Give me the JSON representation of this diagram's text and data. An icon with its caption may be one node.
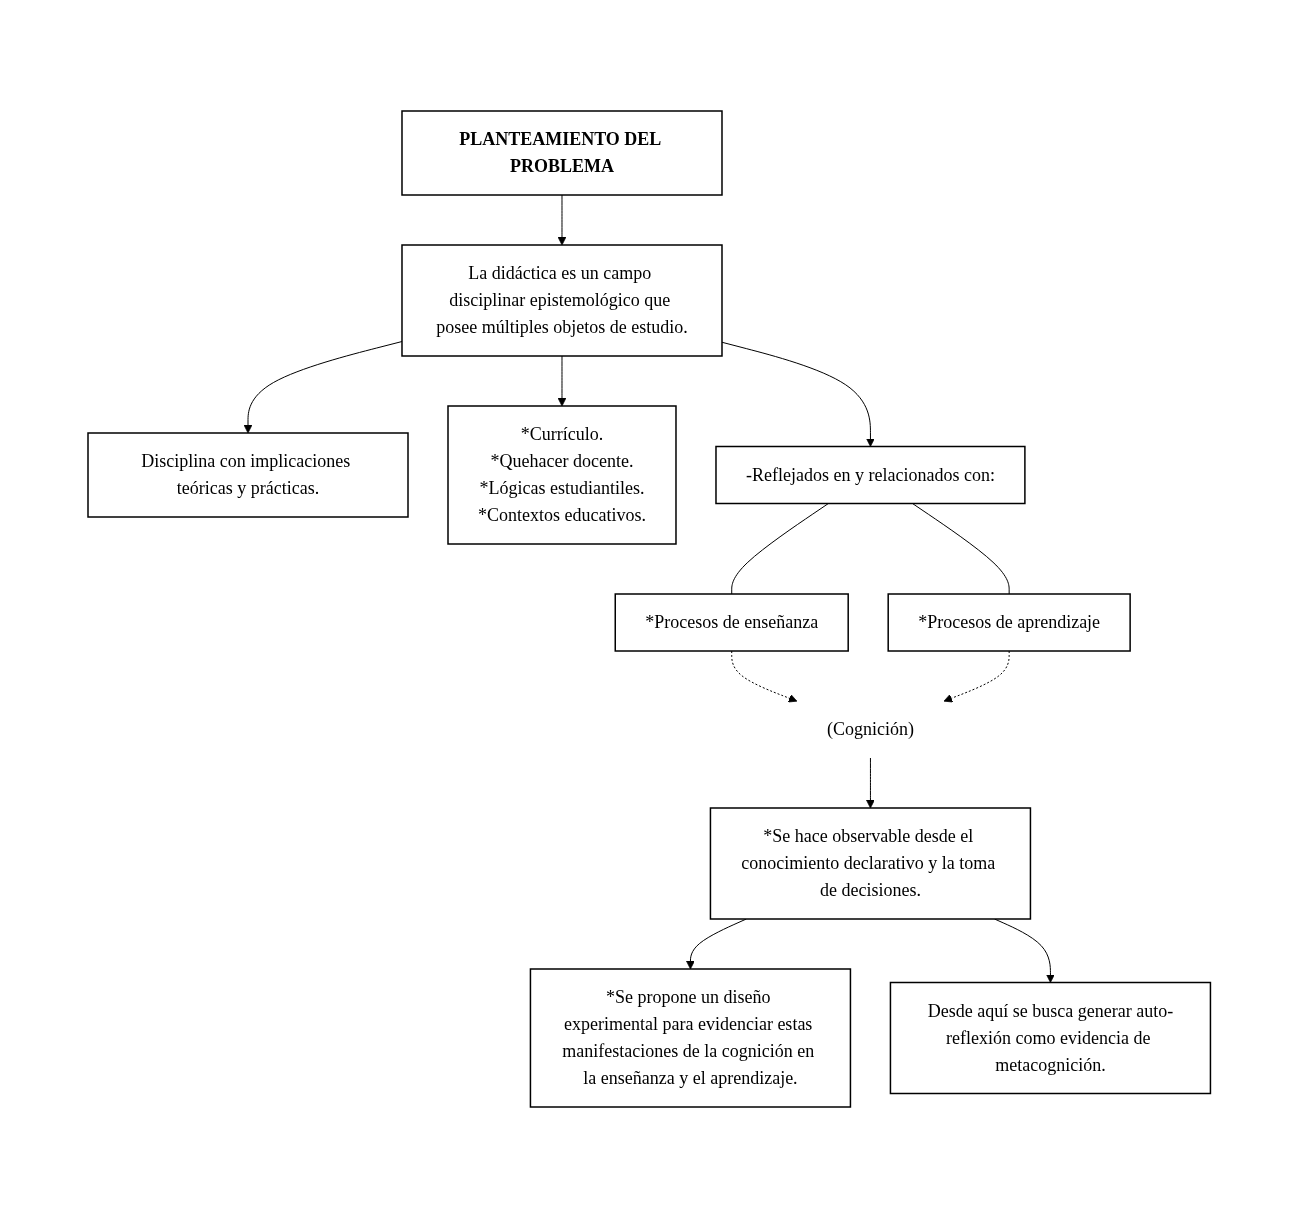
{
  "diagram": {
    "nodes": [
      {
        "text": [
          "PLANTEAMIENTO DEL PROBLEMA"
        ]
      },
      {
        "text": [
          "Disciplina con implicaciones teóricas y prácticas."
        ]
      },
      {
        "text": [
          "La didáctica es un campo disciplinar epistemológico que posee múltiples objetos de estudio."
        ]
      },
      {
        "text": [
          "*Currículo.",
          "*Quehacer docente.",
          "*Lógicas estudiantiles.",
          "*Contextos educativos."
        ]
      },
      {
        "text": [
          "-Reflejados en y relacionados con:"
        ]
      },
      {
        "text": [
          "*Procesos de enseñanza"
        ]
      },
      {
        "text": [
          "*Procesos de aprendizaje"
        ]
      },
      {
        "text": [
          "(Cognición)"
        ]
      },
      {
        "text": [
          "*Se hace observable desde el conocimiento declarativo y la toma de decisiones."
        ]
      },
      {
        "text": [
          "*Se propone un diseño experimental para evidenciar estas manifestaciones de la cognición en la enseñanza y el aprendizaje."
        ]
      },
      {
        "text": [
          "Desde aquí se busca generar auto-reflexión como evidencia de metacognición."
        ]
      }
    ],
    "edges": [
      {
        "from": 0,
        "to": 2,
        "arrow": "to"
      },
      {
        "from": 2,
        "to": 1,
        "arrow": "to"
      },
      {
        "from": 2,
        "to": 3,
        "arrow": "to"
      },
      {
        "from": 2,
        "to": 4,
        "arrow": "to"
      },
      {
        "from": 4,
        "to": 5,
        "arrow": "none"
      },
      {
        "from": 4,
        "to": 6,
        "arrow": "none"
      },
      {
        "from": 5,
        "to": 7,
        "arrow": "to",
        "style": "dashed"
      },
      {
        "from": 6,
        "to": 7,
        "arrow": "to",
        "style": "dashed"
      },
      {
        "from": 7,
        "to": 8,
        "arrow": "to"
      },
      {
        "from": 8,
        "to": 9,
        "arrow": "to"
      },
      {
        "from": 8,
        "to": 10,
        "arrow": "to"
      }
    ]
  }
}
